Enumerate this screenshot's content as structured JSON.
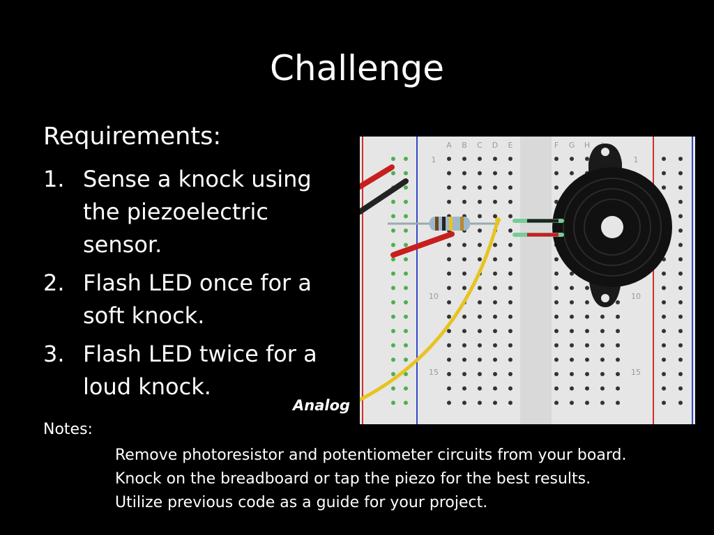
{
  "slide": {
    "title": "Challenge",
    "requirements_heading": "Requirements:",
    "requirements": [
      {
        "number": "1.",
        "text": "Sense a knock using the piezoelectric sensor."
      },
      {
        "number": "2.",
        "text": "Flash LED once for a soft knock."
      },
      {
        "number": "3.",
        "text": "Flash LED twice for a loud knock."
      }
    ],
    "notes_heading": "Notes:",
    "notes": [
      "Remove photoresistor and potentiometer circuits from your board.",
      "Knock on the breadboard or tap the piezo for the best results.",
      "Utilize previous code as a guide for your project."
    ],
    "analog_label": "Analog"
  },
  "breadboard": {
    "column_letters_left": [
      "A",
      "B",
      "C",
      "D",
      "E"
    ],
    "column_letters_right": [
      "F",
      "G",
      "H",
      "I"
    ],
    "row_numbers": [
      "1",
      "10",
      "15"
    ],
    "wire_colors": {
      "red": "#c81e1e",
      "black": "#222222",
      "yellow": "#e8c321"
    },
    "colors": {
      "rail_red": "#d0302e",
      "rail_blue": "#3247c8",
      "board": "#e6e6e6",
      "hole_active": "#4caf50"
    }
  }
}
